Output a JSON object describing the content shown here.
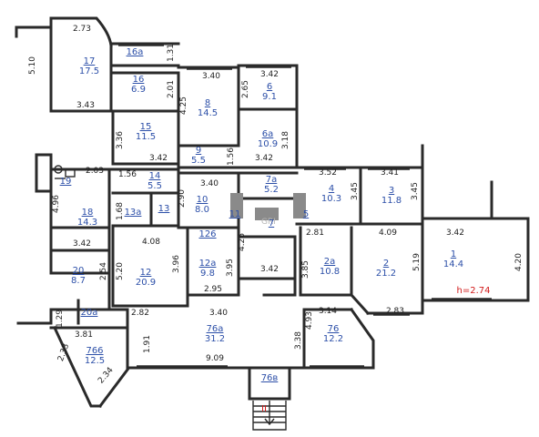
{
  "rooms": [
    {
      "num": "17",
      "area": "17.5"
    },
    {
      "num": "16a",
      "area": ""
    },
    {
      "num": "16",
      "area": "6.9"
    },
    {
      "num": "15",
      "area": "11.5"
    },
    {
      "num": "8",
      "area": "14.5"
    },
    {
      "num": "6",
      "area": "9.1"
    },
    {
      "num": "6a",
      "area": "10.9"
    },
    {
      "num": "9",
      "area": "5.5"
    },
    {
      "num": "14",
      "area": "5.5"
    },
    {
      "num": "7a",
      "area": "5.2"
    },
    {
      "num": "4",
      "area": "10.3"
    },
    {
      "num": "3",
      "area": "11.8"
    },
    {
      "num": "18",
      "area": "14.3"
    },
    {
      "num": "13a",
      "area": ""
    },
    {
      "num": "13",
      "area": ""
    },
    {
      "num": "10",
      "area": "8.0"
    },
    {
      "num": "1",
      "area": "14.4"
    },
    {
      "num": "12",
      "area": "20.9"
    },
    {
      "num": "12a",
      "area": "9.8"
    },
    {
      "num": "2a",
      "area": "10.8"
    },
    {
      "num": "2",
      "area": "21.2"
    },
    {
      "num": "20",
      "area": "8.7"
    },
    {
      "num": "20a",
      "area": ""
    },
    {
      "num": "76a",
      "area": "31.2"
    },
    {
      "num": "76",
      "area": "12.2"
    },
    {
      "num": "766",
      "area": "12.5"
    },
    {
      "num": "76в",
      "area": ""
    },
    {
      "num": "19",
      "area": ""
    },
    {
      "num": "11",
      "area": ""
    },
    {
      "num": "7",
      "area": ""
    },
    {
      "num": "5",
      "area": ""
    },
    {
      "num": "126",
      "area": ""
    }
  ],
  "dimensions": [
    "2.73",
    "5.10",
    "3.43",
    "1.31",
    "2.01",
    "3.40",
    "3.42",
    "4.25",
    "2.65",
    "3.36",
    "3.42",
    "3.18",
    "1.56",
    "2.03",
    "1.56",
    "3.40",
    "3.42",
    "3.52",
    "3.41",
    "2.90",
    "3.45",
    "3.45",
    "4.96",
    "1.68",
    "4.08",
    "3.42",
    "3.96",
    "4.26",
    "3.95",
    "3.85",
    "2.81",
    "4.09",
    "4.20",
    "3.42",
    "2.54",
    "5.20",
    "2.95",
    "3.42",
    "5.19",
    "1.29",
    "2.82",
    "3.40",
    "4.93",
    "3.14",
    "2.83",
    "3.81",
    "1.91",
    "3.38",
    "2.33",
    "9.09",
    "2.34"
  ],
  "ceiling_height": "h=2.74",
  "entrance_label": "II",
  "watermark": "GRI"
}
